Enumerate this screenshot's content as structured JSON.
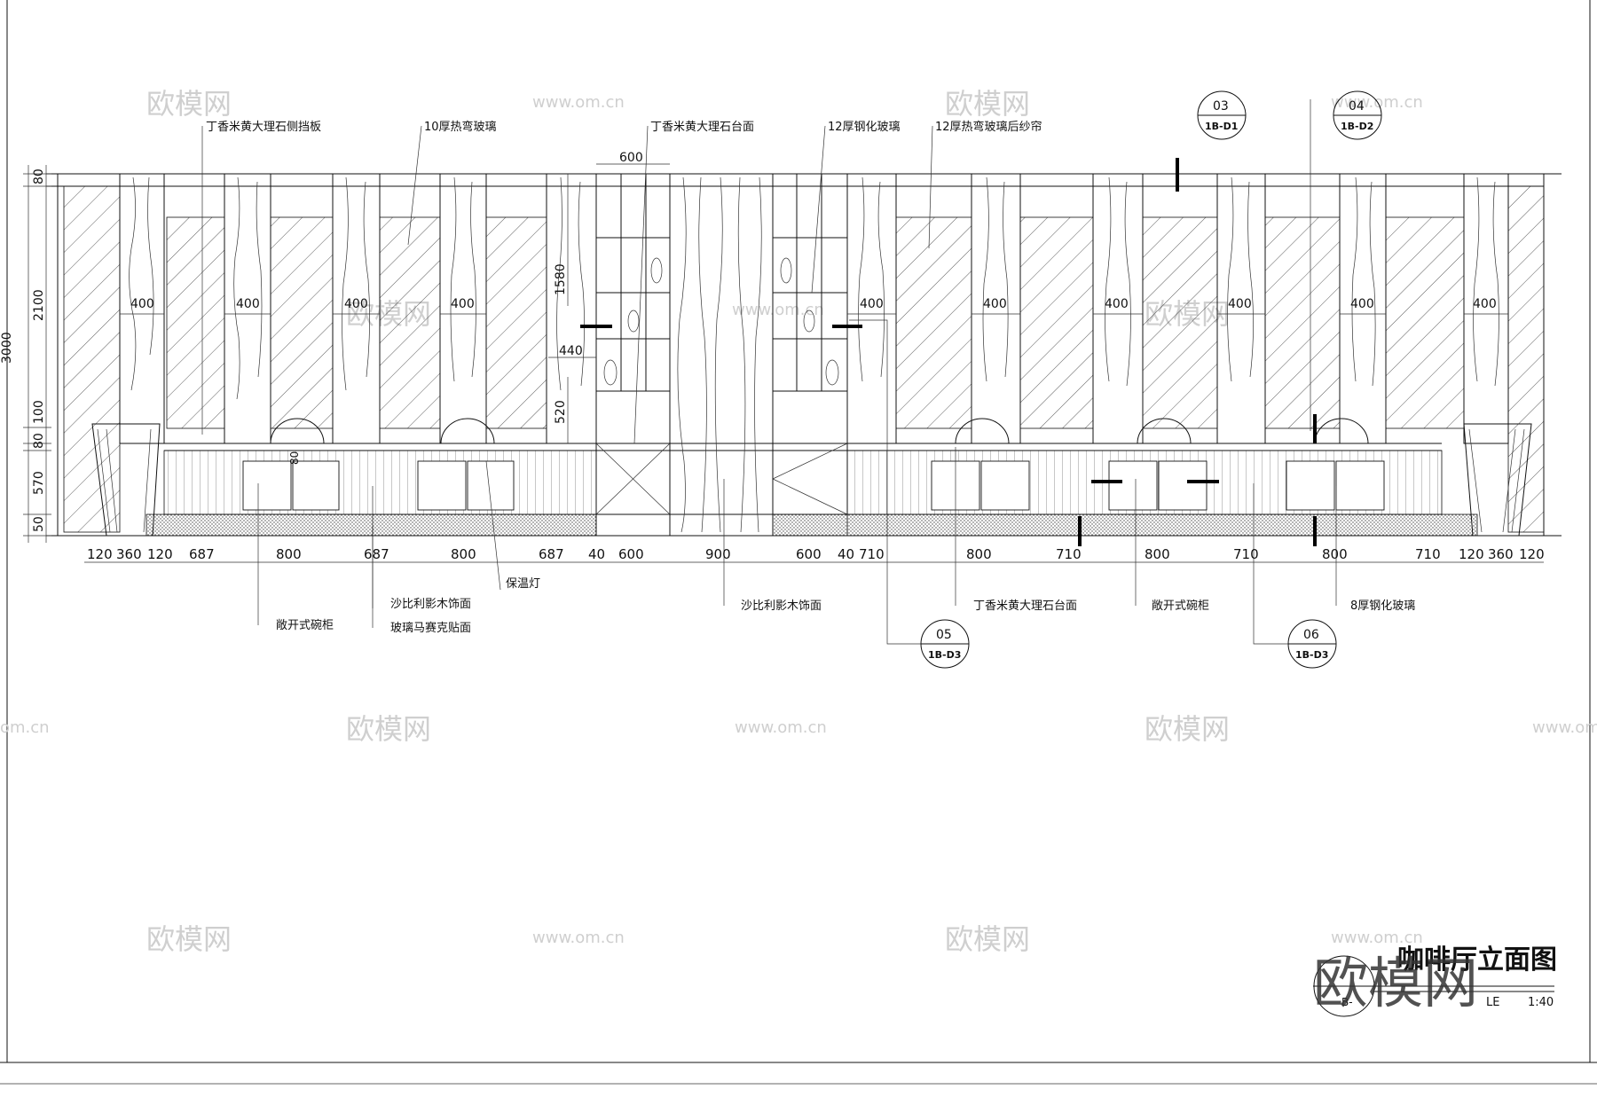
{
  "watermarks": {
    "brand_cn": "欧模网",
    "url": "www.om.cn",
    "url_partial": "om.cn"
  },
  "title": {
    "text": "咖啡厅立面图",
    "scale": "1:40",
    "scale_label_partial": "LE",
    "ref_partial": "B-"
  },
  "callout_labels": {
    "left": [
      "丁香米黄大理石侧挡板",
      "10厚热弯玻璃",
      "丁香米黄大理石台面"
    ],
    "right": [
      "12厚钢化玻璃",
      "12厚热弯玻璃后纱帘"
    ],
    "bottom_left": [
      "敞开式碗柜",
      "沙比利影木饰面",
      "玻璃马赛克贴面",
      "保温灯"
    ],
    "bottom_center": "沙比利影木饰面",
    "bottom_right": [
      "丁香米黄大理石台面",
      "敞开式碗柜",
      "8厚钢化玻璃"
    ]
  },
  "section_markers": [
    {
      "num": "03",
      "ref": "1B-D1"
    },
    {
      "num": "04",
      "ref": "1B-D2"
    },
    {
      "num": "05",
      "ref": "1B-D3"
    },
    {
      "num": "06",
      "ref": "1B-D3"
    }
  ],
  "dimensions": {
    "top_width": "600",
    "column_width": "400",
    "shelf_height": "1580",
    "shelf_depth": "440",
    "shelf_lower": "520",
    "small_dim": "80",
    "left_vertical": [
      "80",
      "2100",
      "100",
      "80",
      "570",
      "50"
    ],
    "left_vertical_partial": "3000",
    "bottom": [
      "120",
      "360",
      "120",
      "687",
      "800",
      "687",
      "800",
      "687",
      "40",
      "600",
      "900",
      "600",
      "40",
      "710",
      "800",
      "710",
      "800",
      "710",
      "800",
      "710",
      "120",
      "360",
      "120"
    ]
  }
}
